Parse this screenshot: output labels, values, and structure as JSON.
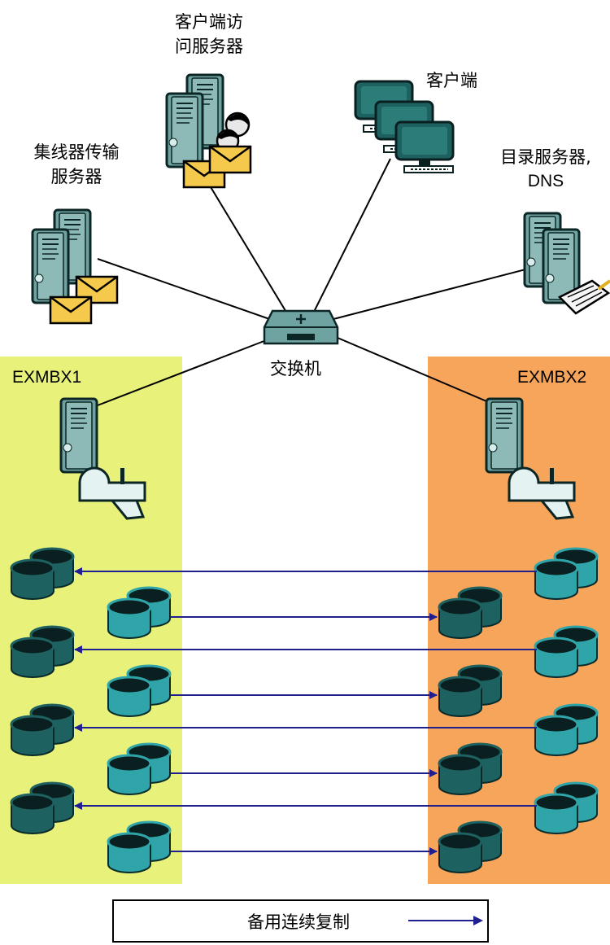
{
  "nodes": {
    "cas": {
      "label_line1": "客户端访",
      "label_line2": "问服务器"
    },
    "client": {
      "label": "客户端"
    },
    "hub": {
      "label_line1": "集线器传输",
      "label_line2": "服务器"
    },
    "directory": {
      "label_line1": "目录服务器,",
      "label_line2": "DNS"
    },
    "switch": {
      "label": "交换机"
    }
  },
  "zones": {
    "left": {
      "title": "EXMBX1",
      "color": "#e8f27a"
    },
    "right": {
      "title": "EXMBX2",
      "color": "#f7a55a"
    }
  },
  "replication": {
    "pairs_count": 4,
    "arrow_color": "#1f1f8f"
  },
  "legend": {
    "label": "备用连续复制"
  },
  "colors": {
    "server_body": "#6fa3a1",
    "server_dark": "#1a3d3d",
    "db_light": "#2fa5aa",
    "db_dark": "#1e6161",
    "envelope": "#f5c94c"
  }
}
